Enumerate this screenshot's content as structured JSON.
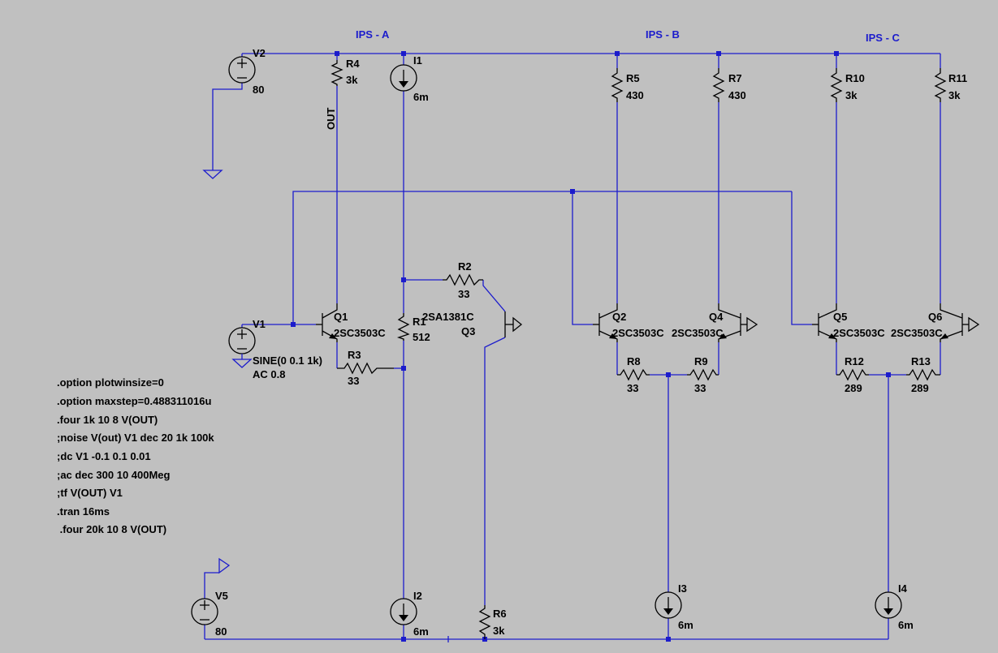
{
  "sections": {
    "ips_a": "IPS - A",
    "ips_b": "IPS - B",
    "ips_c": "IPS - C"
  },
  "net_out": "OUT",
  "components": {
    "V2": {
      "name": "V2",
      "value": "80"
    },
    "V1": {
      "name": "V1",
      "value": "SINE(0 0.1 1k)",
      "ac": "AC 0.8"
    },
    "V5": {
      "name": "V5",
      "value": "80"
    },
    "R4": {
      "name": "R4",
      "value": "3k"
    },
    "I1": {
      "name": "I1",
      "value": "6m"
    },
    "R5": {
      "name": "R5",
      "value": "430"
    },
    "R7": {
      "name": "R7",
      "value": "430"
    },
    "R10": {
      "name": "R10",
      "value": "3k"
    },
    "R11": {
      "name": "R11",
      "value": "3k"
    },
    "R2": {
      "name": "R2",
      "value": "33"
    },
    "R1": {
      "name": "R1",
      "value": "512"
    },
    "R3": {
      "name": "R3",
      "value": "33"
    },
    "Q1": {
      "name": "Q1",
      "model": "2SC3503C"
    },
    "Q3": {
      "name": "Q3",
      "model": "2SA1381C"
    },
    "Q2": {
      "name": "Q2",
      "model": "2SC3503C"
    },
    "Q4": {
      "name": "Q4",
      "model": "2SC3503C"
    },
    "R8": {
      "name": "R8",
      "value": "33"
    },
    "R9": {
      "name": "R9",
      "value": "33"
    },
    "Q5": {
      "name": "Q5",
      "model": "2SC3503C"
    },
    "Q6": {
      "name": "Q6",
      "model": "2SC3503C"
    },
    "R12": {
      "name": "R12",
      "value": "289"
    },
    "R13": {
      "name": "R13",
      "value": "289"
    },
    "I2": {
      "name": "I2",
      "value": "6m"
    },
    "R6": {
      "name": "R6",
      "value": "3k"
    },
    "I3": {
      "name": "I3",
      "value": "6m"
    },
    "I4": {
      "name": "I4",
      "value": "6m"
    }
  },
  "directives": [
    ".option plotwinsize=0",
    ".option maxstep=0.488311016u",
    ".four 1k 10 8 V(OUT)",
    ";noise V(out) V1 dec 20 1k 100k",
    ";dc V1 -0.1 0.1 0.01",
    ";ac dec 300 10 400Meg",
    ";tf V(OUT) V1",
    ".tran 16ms",
    " .four 20k 10 8 V(OUT)"
  ],
  "colors": {
    "wire": "#1c1ccc",
    "background": "#c0c0c0",
    "component": "#000000"
  }
}
